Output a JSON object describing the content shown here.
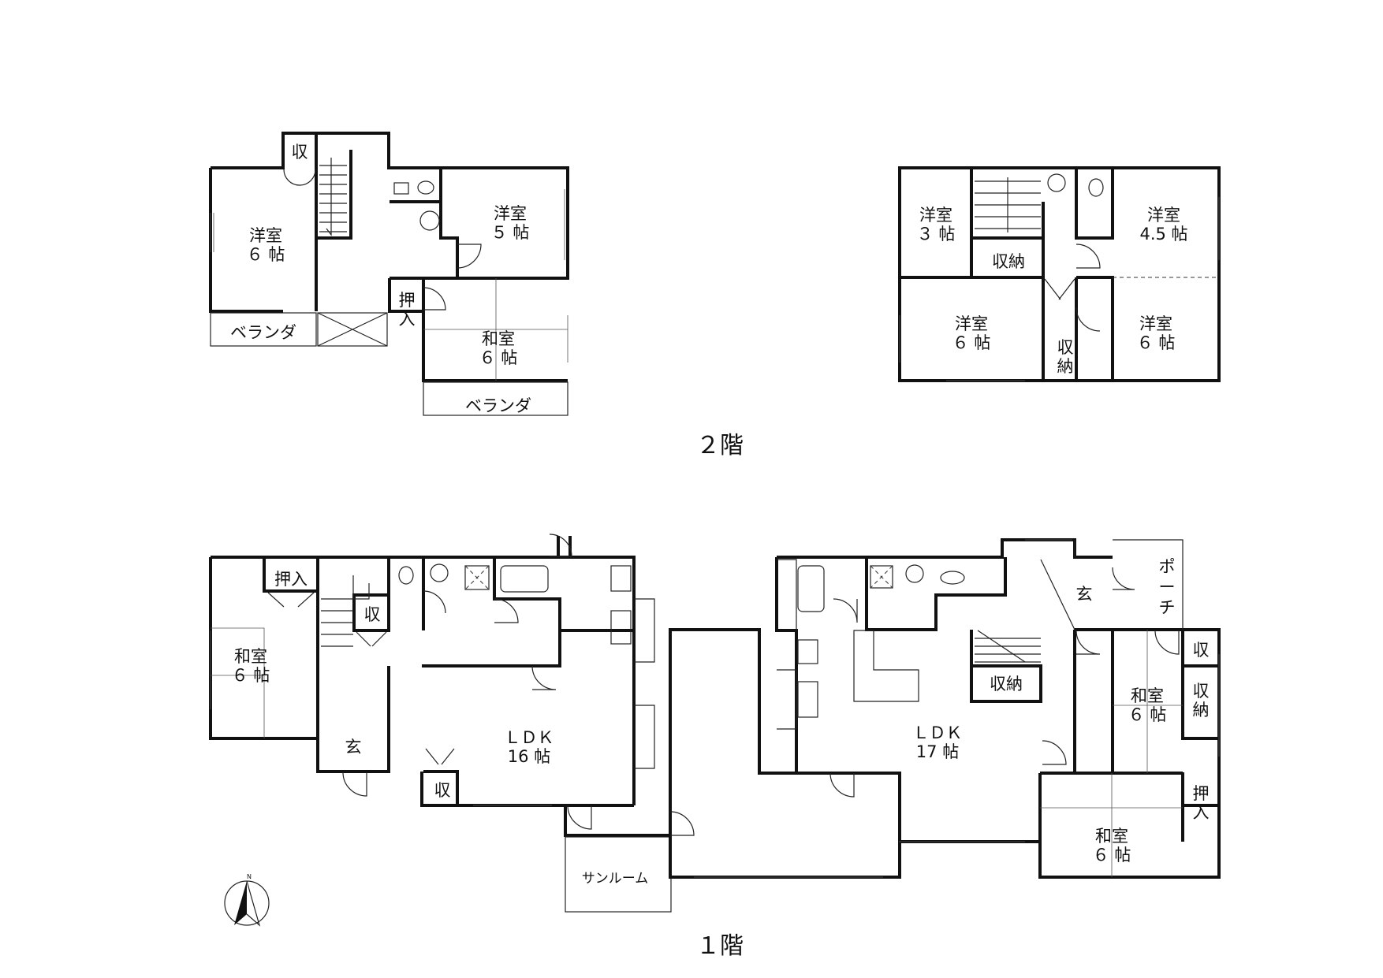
{
  "floors": {
    "second": "２階",
    "first": "１階"
  },
  "compass": {
    "north": "N"
  },
  "rooms": {
    "u2a_west6_1": "洋室",
    "u2a_west6_2": "６ 帖",
    "u2a_west5_1": "洋室",
    "u2a_west5_2": "５ 帖",
    "u2a_oshi_1": "押",
    "u2a_oshi_2": "入",
    "u2a_wa6_1": "和室",
    "u2a_wa6_2": "６ 帖",
    "u2a_shu": "収",
    "u2a_ver1": "ベランダ",
    "u2a_ver2": "ベランダ",
    "u2b_west3_1": "洋室",
    "u2b_west3_2": "３ 帖",
    "u2b_west45_1": "洋室",
    "u2b_west45_2": "4.5 帖",
    "u2b_shuno": "収納",
    "u2b_westA_1": "洋室",
    "u2b_westA_2": "６ 帖",
    "u2b_westB_1": "洋室",
    "u2b_westB_2": "６ 帖",
    "u2b_shuno2_1": "収",
    "u2b_shuno2_2": "納",
    "u1a_oshi": "押入",
    "u1a_wa6_1": "和室",
    "u1a_wa6_2": "６ 帖",
    "u1a_shu1": "収",
    "u1a_gen": "玄",
    "u1a_ldk_1": "ＬＤＫ",
    "u1a_ldk_2": "16 帖",
    "u1a_shu2": "収",
    "u1a_sun": "サンルーム",
    "u1b_gen": "玄",
    "u1b_porch_1": "ポ",
    "u1b_porch_2": "ー",
    "u1b_porch_3": "チ",
    "u1b_shuno": "収納",
    "u1b_ldk_1": "ＬＤＫ",
    "u1b_ldk_2": "17 帖",
    "u1b_shu": "収",
    "u1b_shuno2_1": "収",
    "u1b_shuno2_2": "納",
    "u1b_wa6a_1": "和室",
    "u1b_wa6a_2": "６ 帖",
    "u1b_oshi_1": "押",
    "u1b_oshi_2": "入",
    "u1b_wa6b_1": "和室",
    "u1b_wa6b_2": "６ 帖"
  }
}
